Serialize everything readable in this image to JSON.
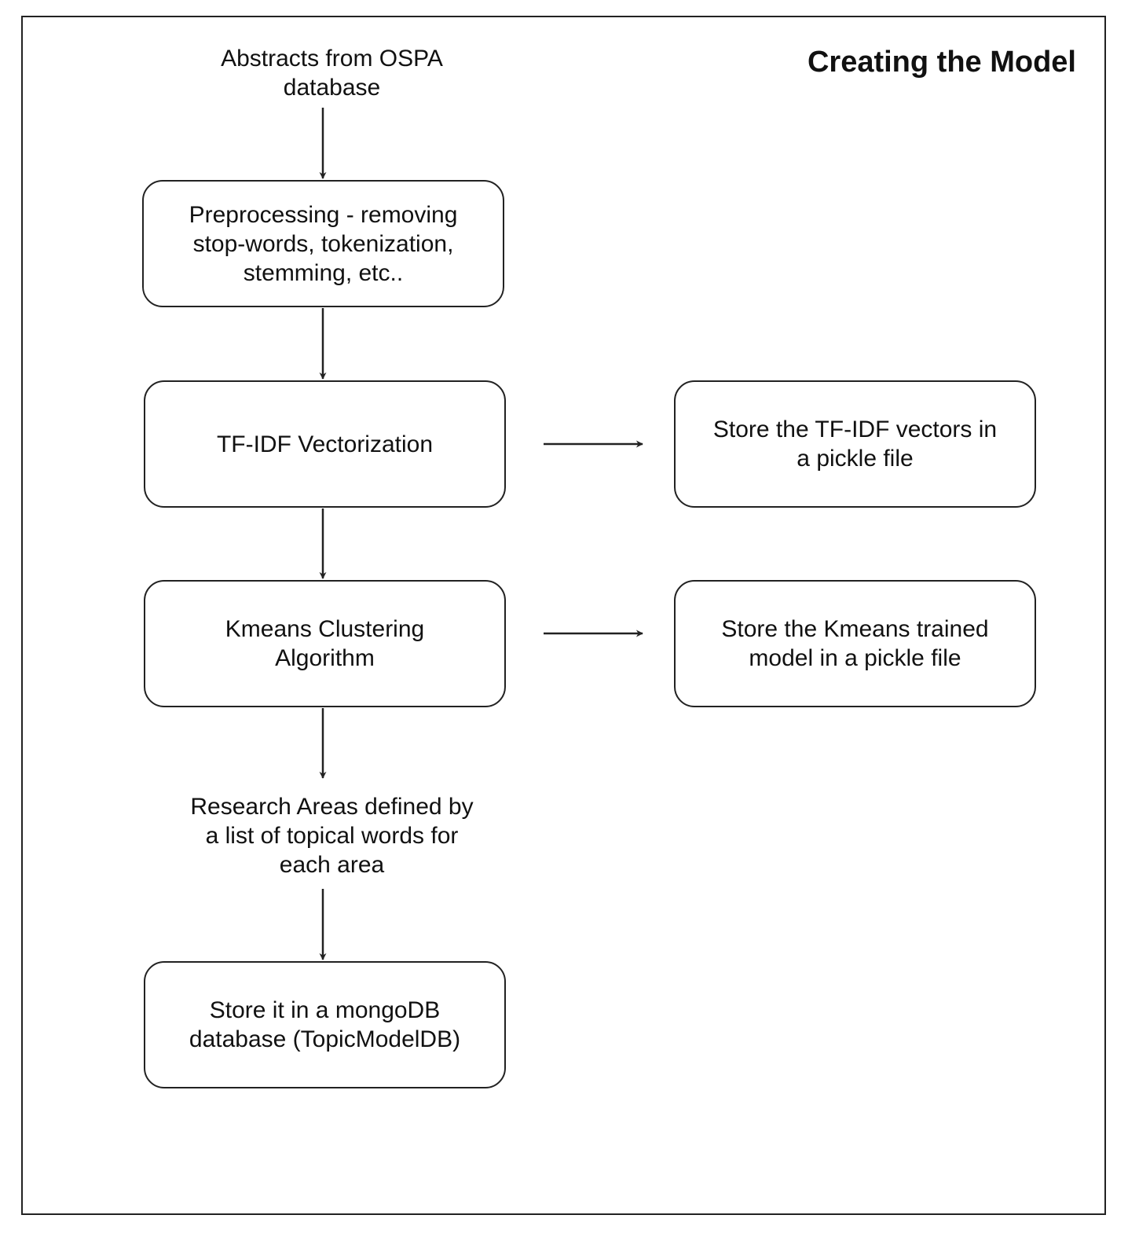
{
  "diagram": {
    "title": "Creating the Model",
    "nodes": {
      "source": "Abstracts from OSPA\ndatabase",
      "preprocessing": "Preprocessing - removing\nstop-words, tokenization,\nstemming, etc..",
      "tfidf": "TF-IDF Vectorization",
      "tfidf_store": "Store the TF-IDF vectors in\na pickle file",
      "kmeans": "Kmeans Clustering\nAlgorithm",
      "kmeans_store": "Store the Kmeans trained\nmodel in a pickle file",
      "research_areas": "Research Areas defined by\na list of topical words for\neach area",
      "mongo_store": "Store it in a mongoDB\ndatabase (TopicModelDB)"
    },
    "edges": [
      {
        "from": "source",
        "to": "preprocessing"
      },
      {
        "from": "preprocessing",
        "to": "tfidf"
      },
      {
        "from": "tfidf",
        "to": "kmeans"
      },
      {
        "from": "tfidf",
        "to": "tfidf_store"
      },
      {
        "from": "kmeans",
        "to": "kmeans_store"
      },
      {
        "from": "kmeans",
        "to": "research_areas"
      },
      {
        "from": "research_areas",
        "to": "mongo_store"
      }
    ],
    "colors": {
      "stroke": "#222222",
      "text": "#111111",
      "background": "#ffffff"
    }
  }
}
